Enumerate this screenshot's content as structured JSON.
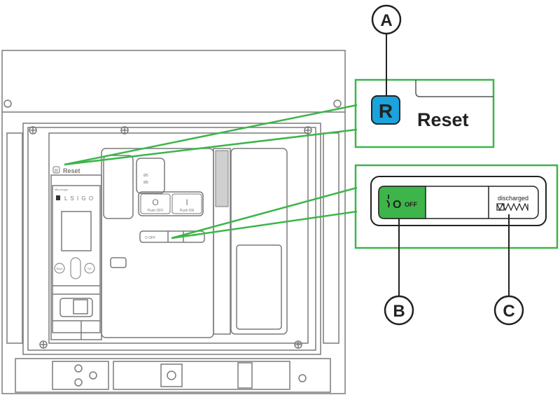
{
  "colors": {
    "green": "#3db54a",
    "blue": "#1aa3dc",
    "line": "#7a7a7a",
    "dark": "#222222"
  },
  "breaker": {
    "reset_label": "Reset",
    "reset_icon_letter": "R",
    "trip_unit_brand": "MicroLogic",
    "protections": "L S I G O",
    "back_label": "Back",
    "ok_label": "OK",
    "off_button_symbol": "O",
    "off_button_label": "Push OFF",
    "on_button_symbol": "I",
    "on_button_label": "Push ON",
    "small_off_label": "O OFF",
    "small_discharged_label": "discharged",
    "lock_text_1": "Ø5",
    "lock_text_2": "Ø8"
  },
  "callouts": {
    "A": "A",
    "B": "B",
    "C": "C",
    "reset_letter": "R",
    "reset_label": "Reset",
    "off_symbol": "O",
    "off_label": "OFF",
    "discharged_label": "discharged"
  }
}
